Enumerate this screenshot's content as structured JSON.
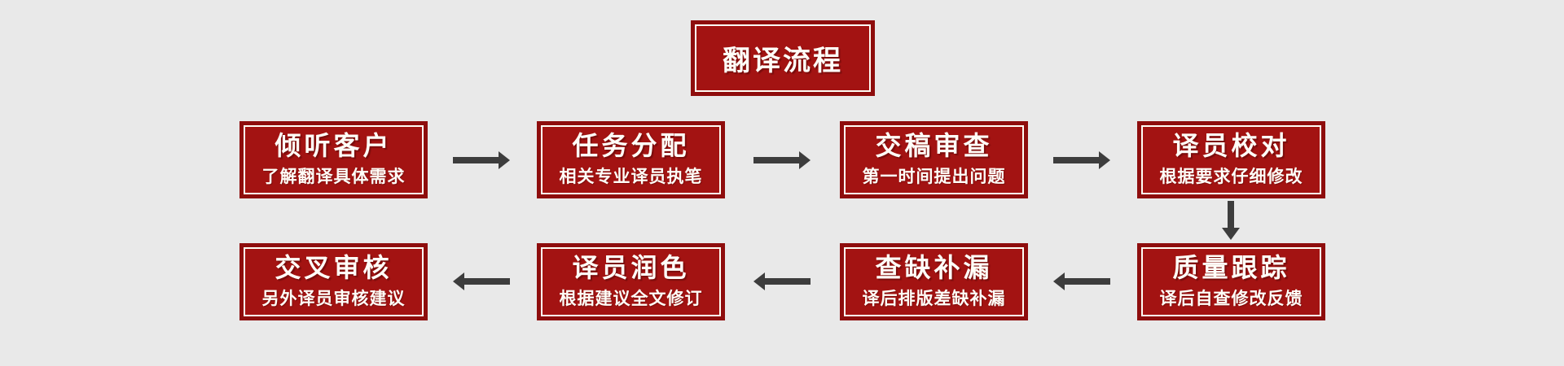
{
  "colors": {
    "background": "#e9e9e9",
    "box_fill": "#a31312",
    "box_outer_border": "#8e0d0d",
    "box_inner_line": "#fffdf5",
    "text": "#ffffff",
    "arrow": "#3d3d3d"
  },
  "diagram": {
    "title": "翻译流程",
    "rows": [
      {
        "boxes": [
          {
            "title": "倾听客户",
            "subtitle": "了解翻译具体需求"
          },
          {
            "title": "任务分配",
            "subtitle": "相关专业译员执笔"
          },
          {
            "title": "交稿审查",
            "subtitle": "第一时间提出问题"
          },
          {
            "title": "译员校对",
            "subtitle": "根据要求仔细修改"
          }
        ]
      },
      {
        "boxes": [
          {
            "title": "交叉审核",
            "subtitle": "另外译员审核建议"
          },
          {
            "title": "译员润色",
            "subtitle": "根据建议全文修订"
          },
          {
            "title": "查缺补漏",
            "subtitle": "译后排版差缺补漏"
          },
          {
            "title": "质量跟踪",
            "subtitle": "译后自查修改反馈"
          }
        ]
      }
    ]
  }
}
